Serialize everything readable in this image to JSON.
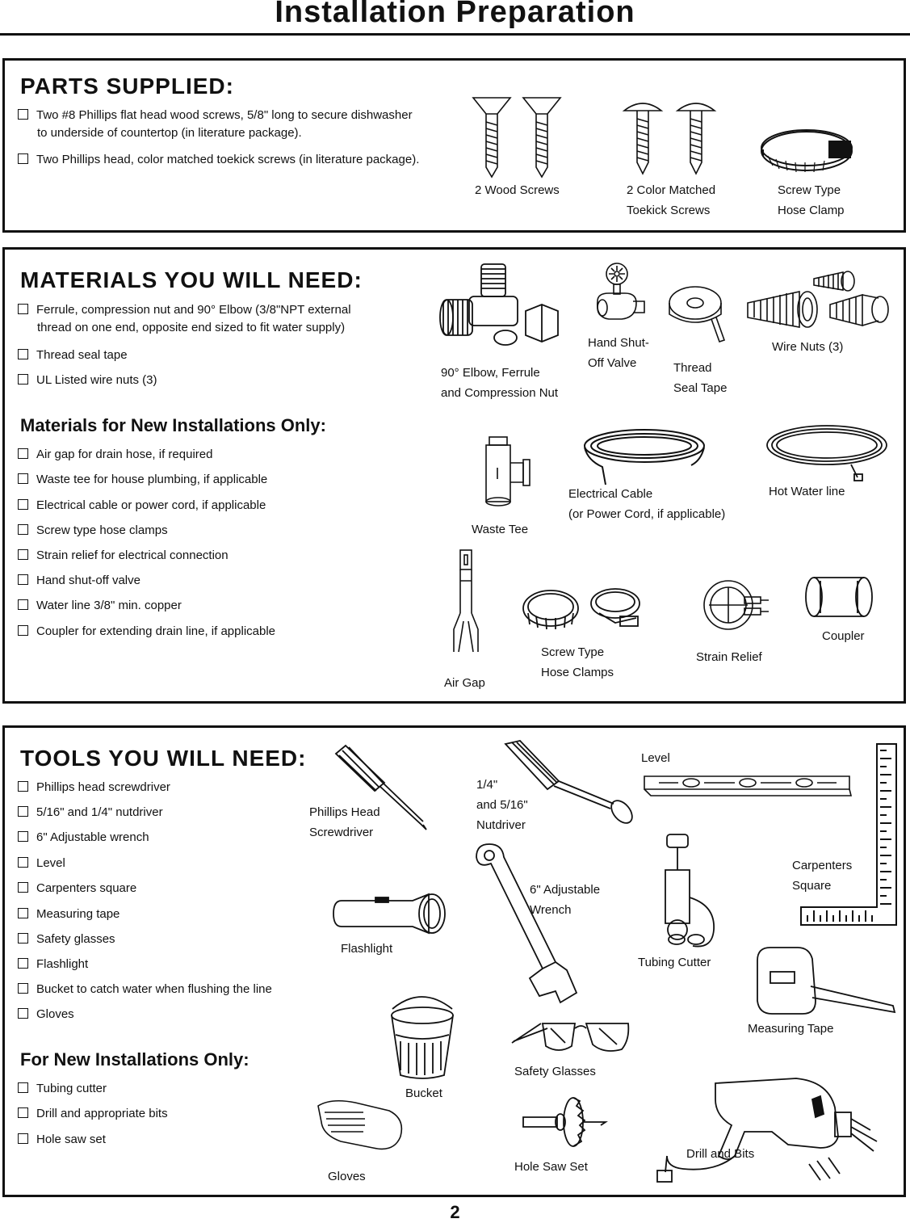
{
  "title": "Installation Preparation",
  "page_number": "2",
  "parts_supplied": {
    "heading": "PARTS SUPPLIED:",
    "items": [
      {
        "line1": "Two #8 Phillips flat head wood screws, 5/8\" long to secure dishwasher",
        "line2": "to underside of countertop (in literature package)."
      },
      {
        "line1": "Two Phillips head, color matched toekick screws (in literature package).",
        "line2": ""
      }
    ],
    "captions": {
      "wood_screws": "2 Wood Screws",
      "toekick_1": "2 Color Matched",
      "toekick_2": "Toekick Screws",
      "clamp_1": "Screw Type",
      "clamp_2": "Hose Clamp"
    }
  },
  "materials": {
    "heading": "MATERIALS YOU WILL NEED:",
    "items": [
      {
        "line1": "Ferrule, compression nut and 90° Elbow (3/8\"NPT external",
        "line2": "thread on one end, opposite end sized to fit water supply)"
      },
      {
        "line1": "Thread seal tape",
        "line2": ""
      },
      {
        "line1": "UL Listed wire nuts (3)",
        "line2": ""
      }
    ],
    "new_heading": "Materials for New Installations Only:",
    "new_items": [
      "Air gap for drain hose, if required",
      "Waste tee for house plumbing, if applicable",
      "Electrical cable or power cord, if applicable",
      "Screw type hose clamps",
      "Strain relief for electrical connection",
      "Hand shut-off valve",
      "Water line 3/8\" min. copper",
      "Coupler for extending drain line, if applicable"
    ],
    "captions": {
      "elbow_1": "90° Elbow, Ferrule",
      "elbow_2": "and Compression Nut",
      "valve_1": "Hand Shut-",
      "valve_2": "Off Valve",
      "tape_1": "Thread",
      "tape_2": "Seal Tape",
      "wirenuts": "Wire Nuts (3)",
      "wastetee": "Waste Tee",
      "cable_1": "Electrical Cable",
      "cable_2": "(or Power Cord, if applicable)",
      "hotwater": "Hot Water line",
      "airgap": "Air Gap",
      "clamps_1": "Screw Type",
      "clamps_2": "Hose Clamps",
      "strain": "Strain Relief",
      "coupler": "Coupler"
    }
  },
  "tools": {
    "heading": "TOOLS YOU WILL NEED:",
    "items": [
      "Phillips head screwdriver",
      "5/16\" and 1/4\" nutdriver",
      "6\" Adjustable wrench",
      "Level",
      "Carpenters square",
      "Measuring tape",
      "Safety glasses",
      "Flashlight",
      "Bucket to catch water when flushing the line",
      "Gloves"
    ],
    "new_heading": "For New Installations Only:",
    "new_items": [
      "Tubing cutter",
      "Drill and appropriate bits",
      "Hole saw set"
    ],
    "captions": {
      "screwdriver_1": "Phillips Head",
      "screwdriver_2": "Screwdriver",
      "nutdriver_1": "1/4\"",
      "nutdriver_2": "and 5/16\"",
      "nutdriver_3": "Nutdriver",
      "level": "Level",
      "wrench_1": "6\" Adjustable",
      "wrench_2": "Wrench",
      "square_1": "Carpenters",
      "square_2": "Square",
      "flashlight": "Flashlight",
      "tubingcutter": "Tubing Cutter",
      "measuringtape": "Measuring Tape",
      "safetyglasses": "Safety Glasses",
      "bucket": "Bucket",
      "gloves": "Gloves",
      "holesaw": "Hole Saw Set",
      "drill": "Drill and Bits"
    }
  }
}
